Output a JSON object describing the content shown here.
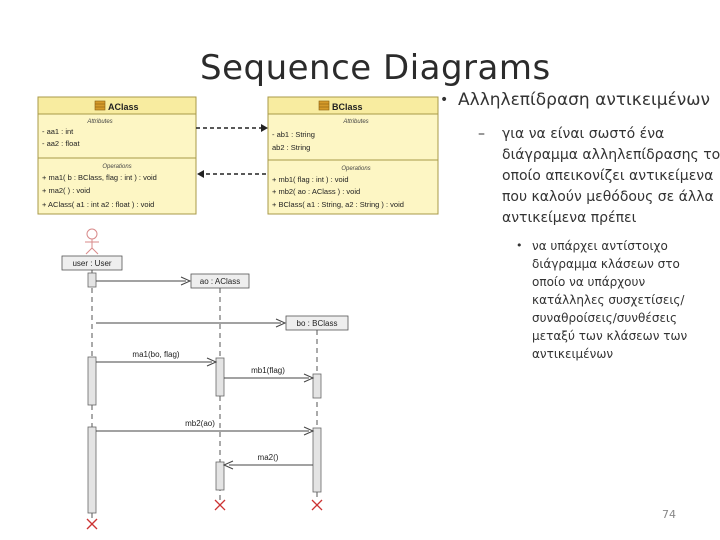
{
  "title": "Sequence Diagrams",
  "page_number": "74",
  "bullets": {
    "level1": "Αλληλεπίδραση αντικειμένων",
    "level2_dash": "–",
    "level2": "για να είναι σωστό ένα διάγραμμα αλληλεπίδρασης το οποίο απεικονίζει αντικείμενα που καλούν μεθόδους σε άλλα αντικείμενα πρέπει",
    "level3": "να υπάρχει αντίστοιχο διάγραμμα κλάσεων στο οποίο να υπάρχουν κατάλληλες συσχετίσεις/συναθροίσεις/συνθέσεις μεταξύ των κλάσεων των αντικειμένων"
  },
  "classes": {
    "aclass": {
      "name": "AClass",
      "attr_header": "Attributes",
      "attributes": [
        "- aa1 : int",
        "- aa2 : float"
      ],
      "ops_header": "Operations",
      "operations": [
        "+ ma1( b : BClass, flag : int ) : void",
        "+ ma2( ) : void",
        "+ AClass( a1 : int  a2 : float )  : void"
      ]
    },
    "bclass": {
      "name": "BClass",
      "attr_header": "Attributes",
      "attributes": [
        "- ab1 : String",
        "  ab2 : String"
      ],
      "ops_header": "Operations",
      "operations": [
        "+ mb1( flag : int ) : void",
        "+ mb2( ao : AClass ) : void",
        "+ BClass( a1 : String, a2 : String ) : void"
      ]
    }
  },
  "sequence": {
    "actor": "user : User",
    "lifelines": [
      "ao : AClass",
      "bo : BClass"
    ],
    "messages": [
      "ma1(bo, flag)",
      "mb1(flag)",
      "mb2(ao)",
      "ma2()"
    ]
  },
  "colors": {
    "class_fill": "#fdf6c4",
    "class_border": "#a89a48",
    "header_fill": "#f8eca0",
    "icon": "#d59a2a",
    "lifeline_fill": "#eeeeee",
    "destroy": "#cc3333"
  }
}
